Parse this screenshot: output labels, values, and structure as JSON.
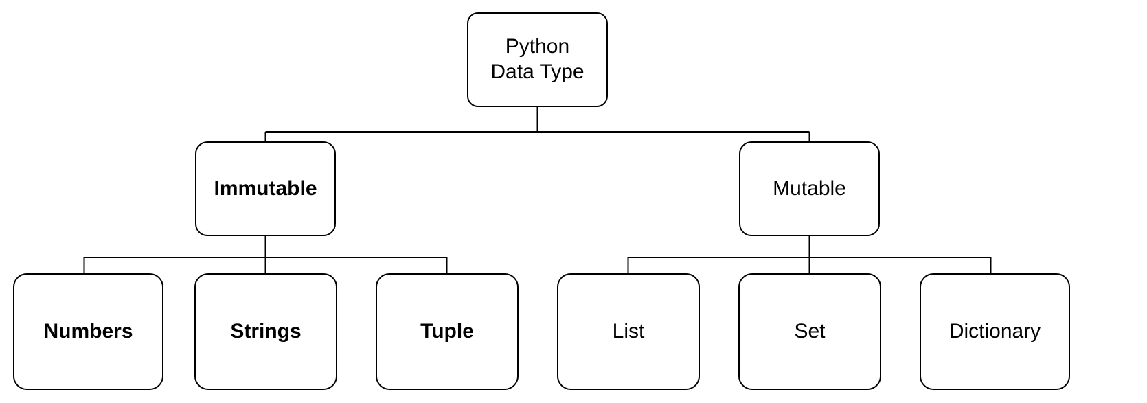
{
  "diagram": {
    "title": "Python Data Type",
    "type": "tree-hierarchy",
    "background_color": "#ffffff",
    "stroke_color": "#000000",
    "text_color": "#000000",
    "root": {
      "id": "python-data-type",
      "label": "Python\nData Type",
      "emphasis": "regular"
    },
    "branches": [
      {
        "id": "immutable",
        "label": "Immutable",
        "emphasis": "bold",
        "children": [
          {
            "id": "numbers",
            "label": "Numbers",
            "emphasis": "bold"
          },
          {
            "id": "strings",
            "label": "Strings",
            "emphasis": "bold"
          },
          {
            "id": "tuple",
            "label": "Tuple",
            "emphasis": "bold"
          }
        ]
      },
      {
        "id": "mutable",
        "label": "Mutable",
        "emphasis": "regular",
        "children": [
          {
            "id": "list",
            "label": "List",
            "emphasis": "regular"
          },
          {
            "id": "set",
            "label": "Set",
            "emphasis": "regular"
          },
          {
            "id": "dictionary",
            "label": "Dictionary",
            "emphasis": "regular"
          }
        ]
      }
    ]
  }
}
